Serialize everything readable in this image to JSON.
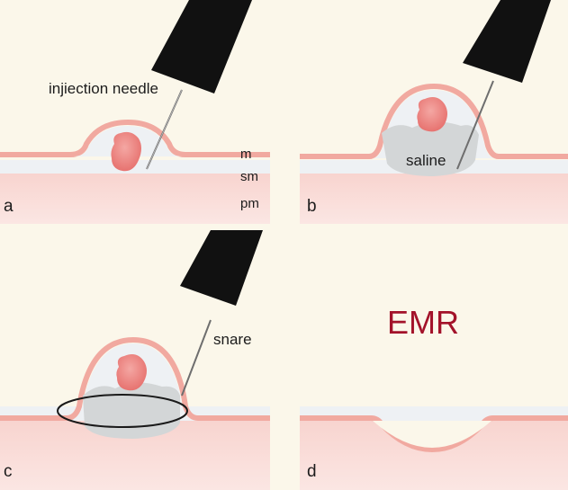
{
  "title": "EMR",
  "panels": [
    {
      "letter": "a",
      "annotations": [
        "injiection needle"
      ],
      "layers": [
        "m",
        "sm",
        "pm"
      ]
    },
    {
      "letter": "b",
      "annotations": [
        "saline"
      ]
    },
    {
      "letter": "c",
      "annotations": [
        "snare"
      ]
    },
    {
      "letter": "d",
      "annotations": []
    }
  ],
  "colors": {
    "background": "#fbf7ea",
    "mucosa": "#f1a9a0",
    "submucosa": "#eef1f4",
    "muscularis_propria": "#f9dcd8",
    "lesion": "#ec7e7b",
    "saline_cushion": "#d3d6d7",
    "instrument": "#111111",
    "emr_title": "#a3122a"
  }
}
